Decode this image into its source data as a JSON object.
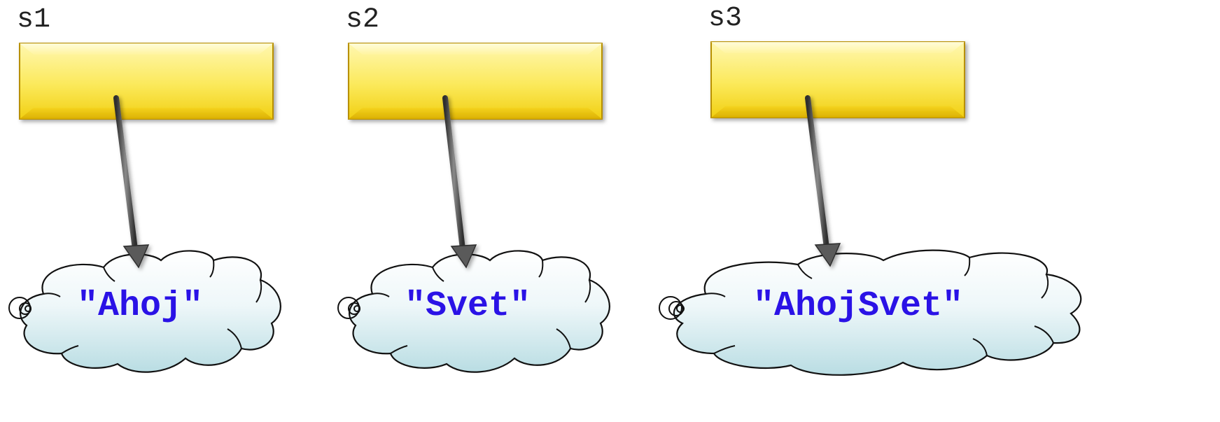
{
  "variables": [
    {
      "label": "s1",
      "value": "\"Ahoj\""
    },
    {
      "label": "s2",
      "value": "\"Svet\""
    },
    {
      "label": "s3",
      "value": "\"AhojSvet\""
    }
  ],
  "colors": {
    "box_fill_top": "#fff59a",
    "box_fill_bottom": "#f2d21a",
    "box_border": "#b89000",
    "arrow": "#4a4a4a",
    "cloud_top": "#ffffff",
    "cloud_bottom": "#bfe0e6",
    "string_text": "#2a12e6"
  }
}
